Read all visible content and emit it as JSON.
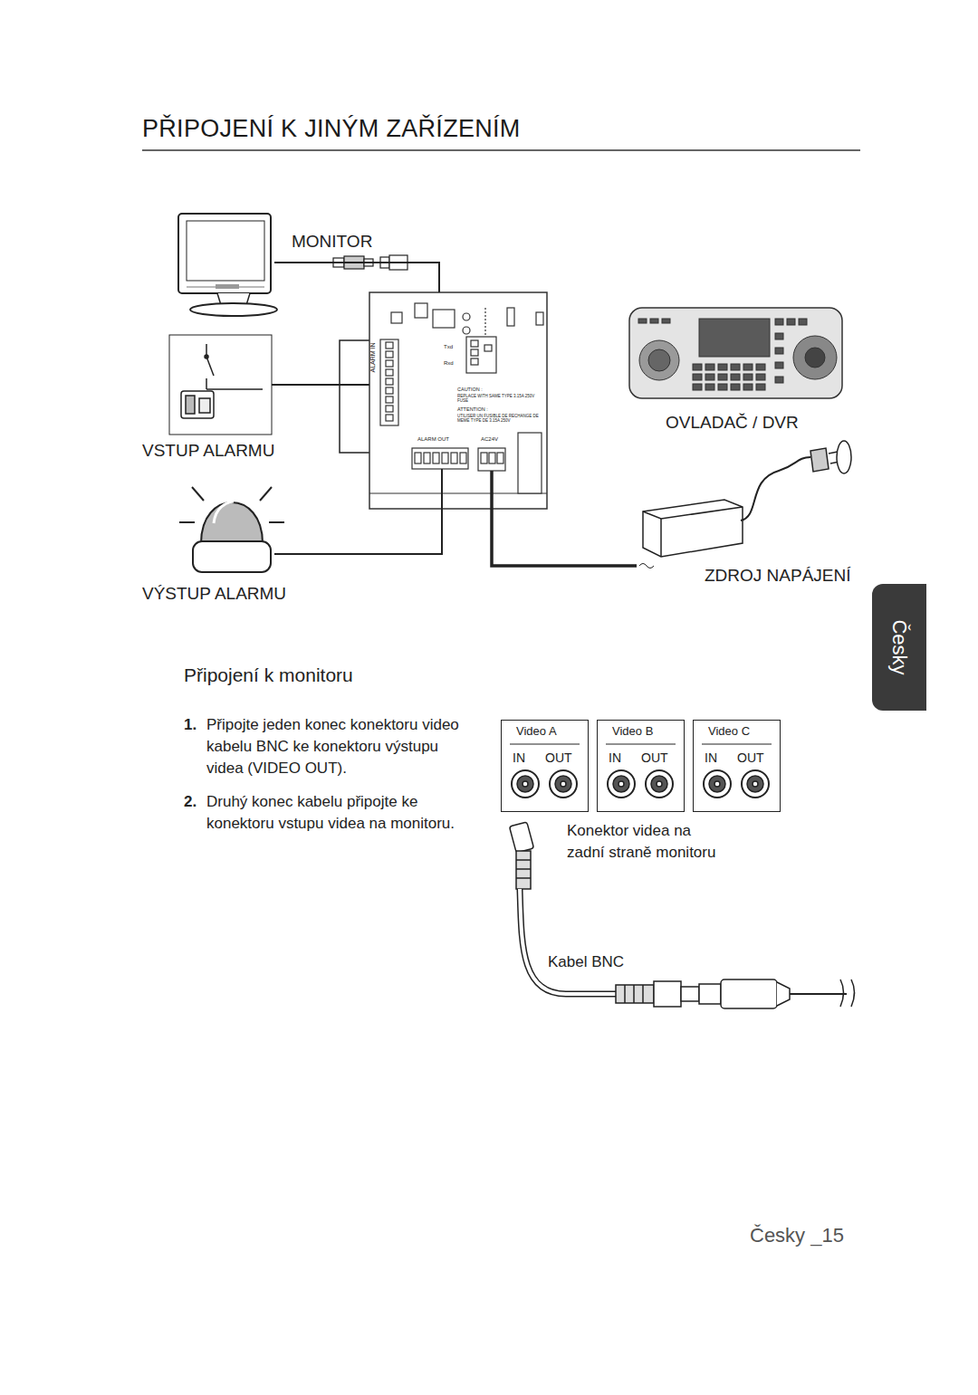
{
  "diagram": {
    "title": "PŘIPOJENÍ K JINÝM ZAŘÍZENÍM",
    "nodes": [
      {
        "text": [
          "MONITOR"
        ]
      },
      {
        "text": [
          "ALARM IN",
          "Txd",
          "Rxd",
          "CAUTION :",
          "REPLACE WITH SAME TYPE 3.15A 250V FUSE",
          "ATTENTION :",
          "UTILISER UN FUSIBLE DE RECHANGE DE MEME TYPE DE 3.15A 250V",
          "ALARM OUT",
          "AC24V"
        ]
      },
      {
        "text": [
          "VSTUP ALARMU"
        ]
      },
      {
        "text": [
          "OVLADAČ / DVR"
        ]
      },
      {
        "text": [
          "VÝSTUP ALARMU"
        ]
      },
      {
        "text": [
          "ZDROJ NAPÁJENÍ"
        ]
      },
      {
        "text": [
          "Česky"
        ]
      },
      {
        "text": [
          "Video A",
          "IN",
          "OUT"
        ]
      },
      {
        "text": [
          "Video B",
          "IN",
          "OUT"
        ]
      },
      {
        "text": [
          "Video C",
          "IN",
          "OUT"
        ]
      }
    ],
    "edges": [
      {
        "from": 0,
        "to": 1,
        "arrow": "none"
      },
      {
        "from": 2,
        "to": 1,
        "arrow": "none"
      },
      {
        "from": 4,
        "to": 1,
        "arrow": "none"
      },
      {
        "from": 1,
        "to": 5,
        "arrow": "none"
      }
    ],
    "labels": [
      "Připojení k monitoru",
      "1.",
      "Připojte jeden konec konektoru video kabelu BNC ke konektoru výstupu videa (VIDEO OUT).",
      "2.",
      "Druhý konec kabelu připojte ke konektoru vstupu videa na monitoru.",
      "Konektor videa na zadní straně monitoru",
      "Kabel BNC",
      "Česky _15"
    ]
  }
}
